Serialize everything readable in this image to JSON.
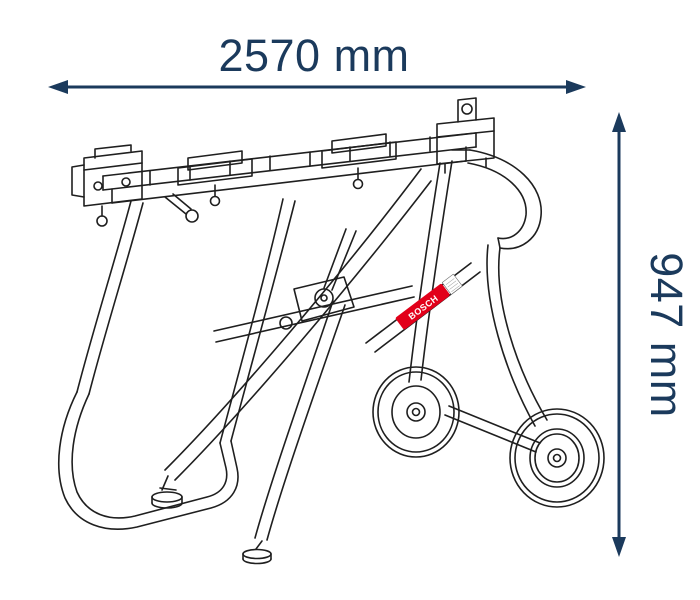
{
  "diagram": {
    "width_dimension": {
      "label": "2570 mm"
    },
    "height_dimension": {
      "label": "947 mm"
    },
    "brand_badge": "BOSCH",
    "colors": {
      "dimension": "#1b3a5c",
      "line_art": "#1f1f1f",
      "brand_red": "#e2001a",
      "background": "#ffffff"
    }
  }
}
